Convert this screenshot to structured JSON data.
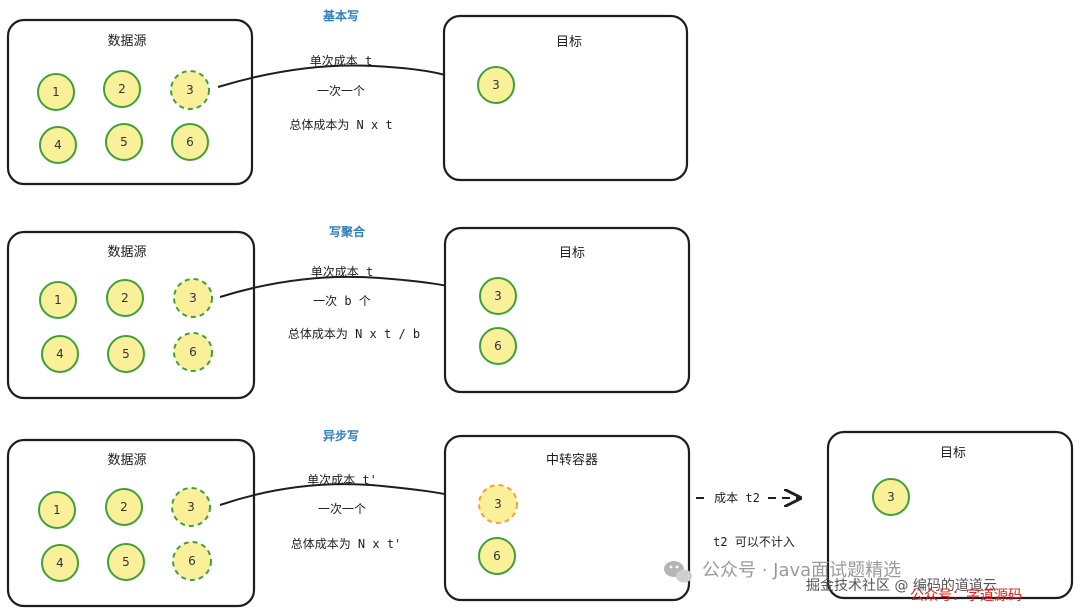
{
  "rows": [
    {
      "heading": "基本写",
      "source": {
        "title": "数据源",
        "nodes": [
          "1",
          "2",
          "3",
          "4",
          "5",
          "6"
        ]
      },
      "desc": [
        "单次成本 t",
        "一次一个",
        "总体成本为 N x t"
      ],
      "target": {
        "title": "目标",
        "nodes": [
          "3"
        ]
      }
    },
    {
      "heading": "写聚合",
      "source": {
        "title": "数据源",
        "nodes": [
          "1",
          "2",
          "3",
          "4",
          "5",
          "6"
        ]
      },
      "desc": [
        "单次成本 t",
        "一次 b 个",
        "总体成本为 N x t / b"
      ],
      "target": {
        "title": "目标",
        "nodes": [
          "3",
          "6"
        ]
      }
    },
    {
      "heading": "异步写",
      "source": {
        "title": "数据源",
        "nodes": [
          "1",
          "2",
          "3",
          "4",
          "5",
          "6"
        ]
      },
      "desc": [
        "单次成本 t'",
        "一次一个",
        "总体成本为 N x t'"
      ],
      "relay": {
        "title": "中转容器",
        "nodes": [
          "3",
          "6"
        ]
      },
      "relay_desc": [
        "成本 t2",
        "t2 可以不计入"
      ],
      "target": {
        "title": "目标",
        "nodes": [
          "3"
        ]
      }
    }
  ],
  "watermark": {
    "wechat": "公众号 · Java面试题精选",
    "site": "掘金技术社区 @ 编码的道道云",
    "red": "公众号：字道源码"
  }
}
